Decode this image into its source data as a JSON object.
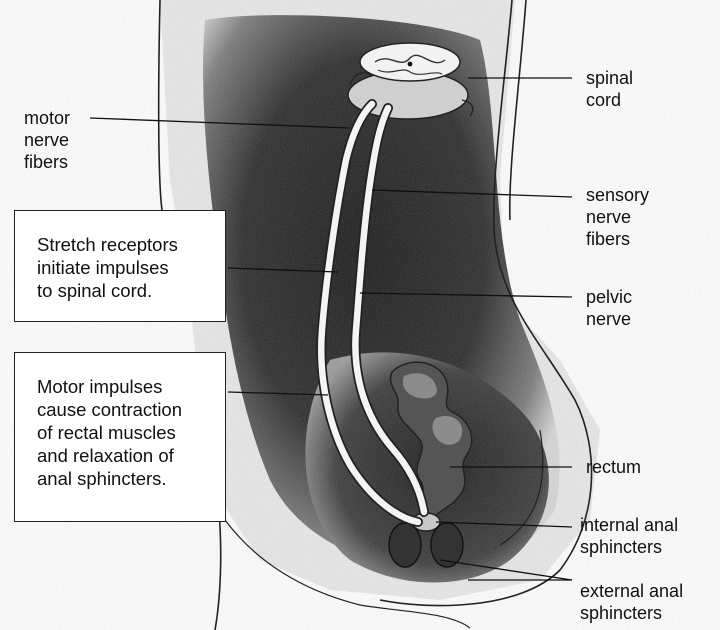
{
  "labels": {
    "motor_nerve_fibers": [
      "motor",
      "nerve",
      "fibers"
    ],
    "spinal_cord": [
      "spinal",
      "cord"
    ],
    "sensory_nerve_fibers": [
      "sensory",
      "nerve",
      "fibers"
    ],
    "pelvic_nerve": [
      "pelvic",
      "nerve"
    ],
    "rectum": [
      "rectum"
    ],
    "internal_anal_sphincters": [
      "internal anal",
      "sphincters"
    ],
    "external_anal_sphincters": [
      "external anal",
      "sphincters"
    ]
  },
  "callouts": {
    "stretch_receptors": [
      "Stretch receptors",
      "initiate impulses",
      "to spinal cord."
    ],
    "motor_impulses": [
      "Motor impulses",
      "cause contraction",
      "of rectal muscles",
      "and relaxation of",
      "anal sphincters."
    ]
  },
  "colors": {
    "shading_dark": "#1a1a1a",
    "shading_mid": "#6b6b6b",
    "outline": "#222222",
    "nerve_fill": "#f4f4f4"
  }
}
